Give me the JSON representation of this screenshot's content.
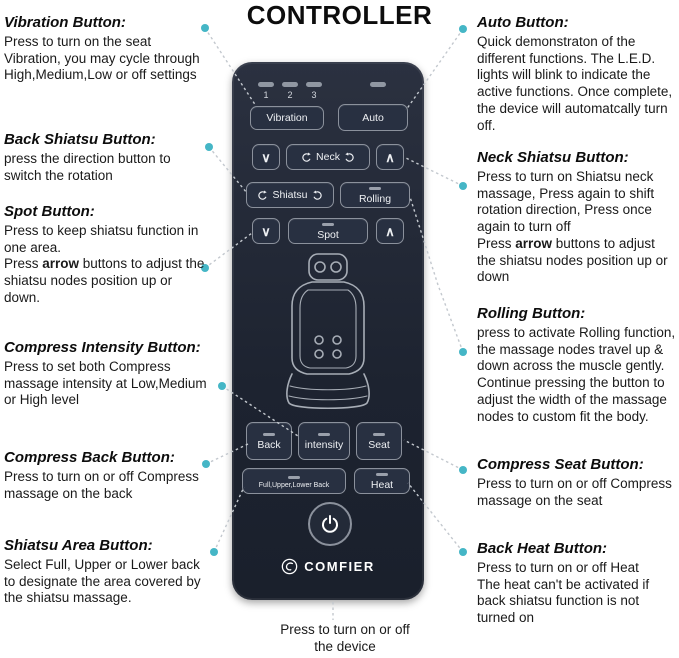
{
  "title": "CONTROLLER",
  "annotations": {
    "left": [
      {
        "heading": "Vibration Button:",
        "body": "Press to turn on the seat Vibration, you may cycle through High,Medium,Low or off settings"
      },
      {
        "heading": "Back Shiatsu Button:",
        "body": "press the direction button to switch the rotation"
      },
      {
        "heading": "Spot Button:",
        "body": "Press to keep shiatsu function in one area.\nPress **arrow** buttons to adjust the shiatsu nodes position up or down."
      },
      {
        "heading": "Compress Intensity Button:",
        "body": "Press to set both Compress massage intensity at Low,Medium or High level"
      },
      {
        "heading": "Compress Back Button:",
        "body": "Press to turn on or off Compress massage on the back"
      },
      {
        "heading": "Shiatsu Area Button:",
        "body": "Select Full, Upper or Lower back to designate the area covered by the shiatsu massage."
      }
    ],
    "right": [
      {
        "heading": "Auto Button:",
        "body": "Quick demonstraton of the different functions. The L.E.D. lights will blink to indicate the active functions. Once complete, the device will automatcally turn off."
      },
      {
        "heading": "Neck Shiatsu Button:",
        "body": "Press to turn on Shiatsu neck massage, Press again to shift rotation direction, Press once again to turn off\nPress **arrow** buttons to adjust the shiatsu nodes position up or down"
      },
      {
        "heading": "Rolling Button:",
        "body": "press to activate Rolling function, the massage nodes travel up & down across the muscle gently. Continue pressing the button to adjust the width of the massage nodes to custom fit the body."
      },
      {
        "heading": "Compress Seat Button:",
        "body": "Press to turn on or off Compress massage on the seat"
      },
      {
        "heading": "Back Heat Button:",
        "body": "Press to turn on or off Heat\nThe heat can't be activated if back shiatsu function is not turned on"
      }
    ]
  },
  "remote": {
    "leds": [
      "1",
      "2",
      "3"
    ],
    "icons": {
      "down_arrow": "∨",
      "up_arrow": "∧"
    },
    "buttons": {
      "vibration": "Vibration",
      "auto": "Auto",
      "neck": "Neck",
      "shiatsu": "Shiatsu",
      "rolling": "Rolling",
      "spot": "Spot",
      "back": "Back",
      "intensity": "intensity",
      "seat": "Seat",
      "area": "Full,Upper,Lower Back",
      "heat": "Heat"
    },
    "brand": "COMFIER"
  },
  "power_note": "Press to turn on or off\nthe device",
  "colors": {
    "accent_dot": "#45b6c6",
    "leader_line": "#c3c8ce",
    "remote_body": "#242a38",
    "led": "#9097a2"
  }
}
